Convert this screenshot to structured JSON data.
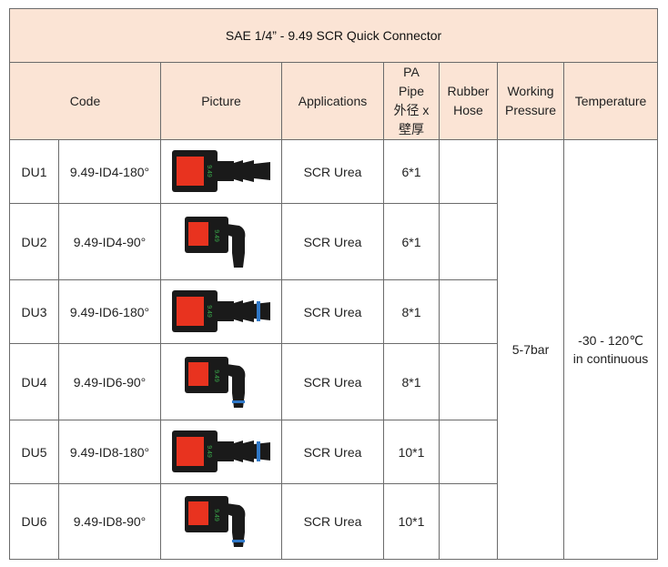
{
  "title": "SAE 1/4” - 9.49 SCR Quick Connector",
  "headers": {
    "code": "Code",
    "picture": "Picture",
    "applications": "Applications",
    "pa_pipe": [
      "PA",
      "Pipe",
      "外径 x",
      "壁厚"
    ],
    "rubber_hose": [
      "Rubber",
      "Hose"
    ],
    "working_pressure": [
      "Working",
      "Pressure"
    ],
    "temperature": "Temperature"
  },
  "rows": [
    {
      "id": "DU1",
      "code": "9.49-ID4-180°",
      "app": "SCR Urea",
      "pa": "6*1",
      "rubber": "",
      "shape": "straight",
      "ring": false
    },
    {
      "id": "DU2",
      "code": "9.49-ID4-90°",
      "app": "SCR Urea",
      "pa": "6*1",
      "rubber": "",
      "shape": "elbow",
      "ring": false
    },
    {
      "id": "DU3",
      "code": "9.49-ID6-180°",
      "app": "SCR Urea",
      "pa": "8*1",
      "rubber": "",
      "shape": "straight",
      "ring": true
    },
    {
      "id": "DU4",
      "code": "9.49-ID6-90°",
      "app": "SCR Urea",
      "pa": "8*1",
      "rubber": "",
      "shape": "elbow",
      "ring": true
    },
    {
      "id": "DU5",
      "code": "9.49-ID8-180°",
      "app": "SCR Urea",
      "pa": "10*1",
      "rubber": "",
      "shape": "straight",
      "ring": true
    },
    {
      "id": "DU6",
      "code": "9.49-ID8-90°",
      "app": "SCR Urea",
      "pa": "10*1",
      "rubber": "",
      "shape": "elbow",
      "ring": true
    }
  ],
  "working_pressure": "5-7bar",
  "temperature": [
    "-30 - 120℃",
    "in continuous"
  ],
  "connector_label": "9.49",
  "colors": {
    "header_bg": "#fbe4d5",
    "body_black": "#1a1a1a",
    "latch_red": "#e8331f",
    "ring_blue": "#2f78c8",
    "label_green": "#3aa84a"
  }
}
